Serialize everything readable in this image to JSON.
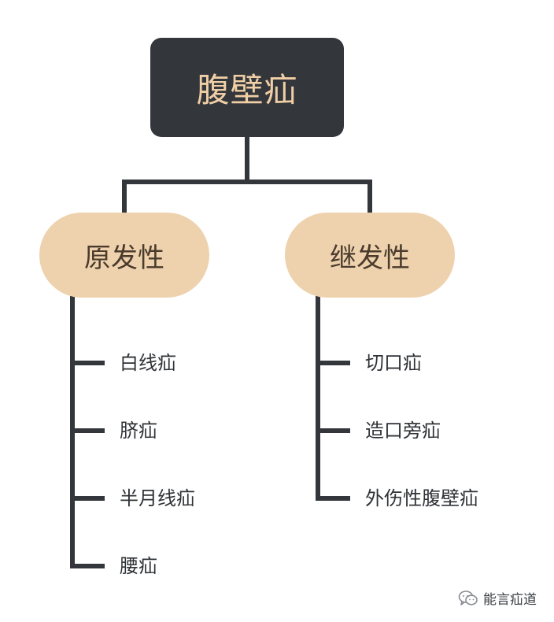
{
  "root": {
    "label": "腹壁疝"
  },
  "categories": [
    {
      "label": "原发性",
      "items": [
        "白线疝",
        "脐疝",
        "半月线疝",
        "腰疝"
      ]
    },
    {
      "label": "继发性",
      "items": [
        "切口疝",
        "造口旁疝",
        "外伤性腹壁疝"
      ]
    }
  ],
  "watermark": {
    "text": "能言疝道",
    "icon": "wechat-icon"
  },
  "colors": {
    "dark": "#33363b",
    "root_text": "#f0cfa6",
    "category_fill": "#eed2ae",
    "category_text": "#4a3b2d"
  }
}
